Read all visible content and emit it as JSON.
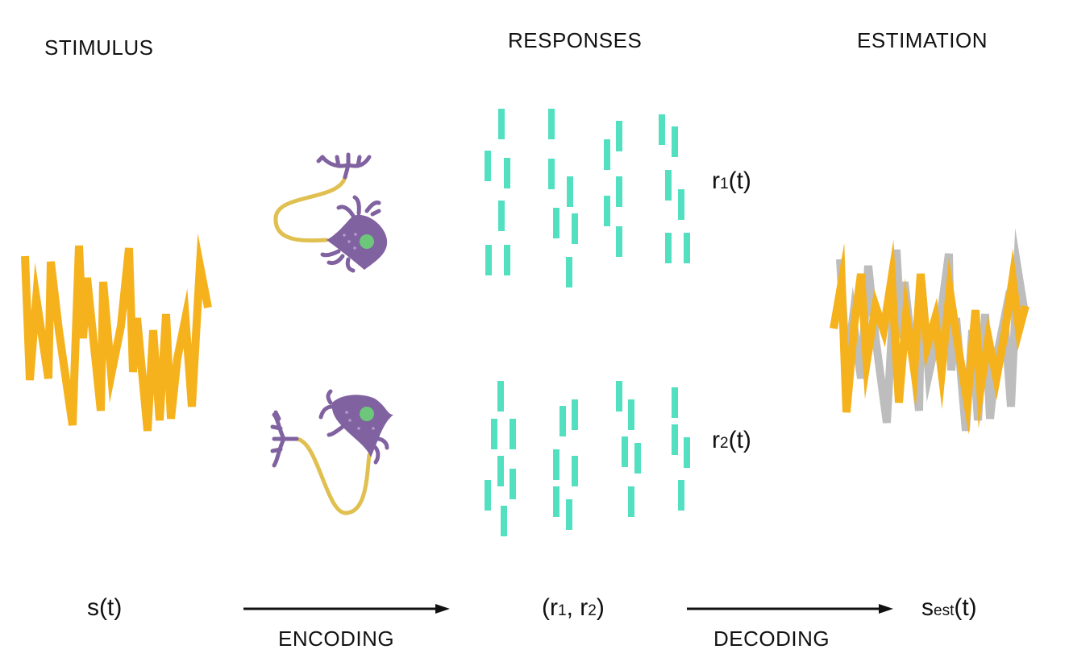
{
  "headers": {
    "stimulus": "STIMULUS",
    "responses": "RESPONSES",
    "estimation": "ESTIMATION"
  },
  "labels": {
    "r1_base": "r",
    "r1_sub": "1",
    "r1_tail": "(t)",
    "r2_base": "r",
    "r2_sub": "2",
    "r2_tail": "(t)",
    "s_t": "s(t)",
    "pair_open": "(r",
    "pair_sub1": "1",
    "pair_mid": ", r",
    "pair_sub2": "2",
    "pair_close": ")",
    "sest_base": "s",
    "sest_sub": "est",
    "sest_tail": "(t)"
  },
  "arrows": {
    "encoding": "ENCODING",
    "decoding": "DECODING"
  },
  "colors": {
    "stimulus": "#F5B21C",
    "estimate_true": "#BDBDBD",
    "spikes": "#52E0C0",
    "neuron_body": "#8062A0",
    "axon": "#E0C050",
    "nucleus": "#6CC77A",
    "arrow": "#111111"
  },
  "icons": {
    "neuron1": "neuron-icon",
    "neuron2": "neuron-icon"
  }
}
